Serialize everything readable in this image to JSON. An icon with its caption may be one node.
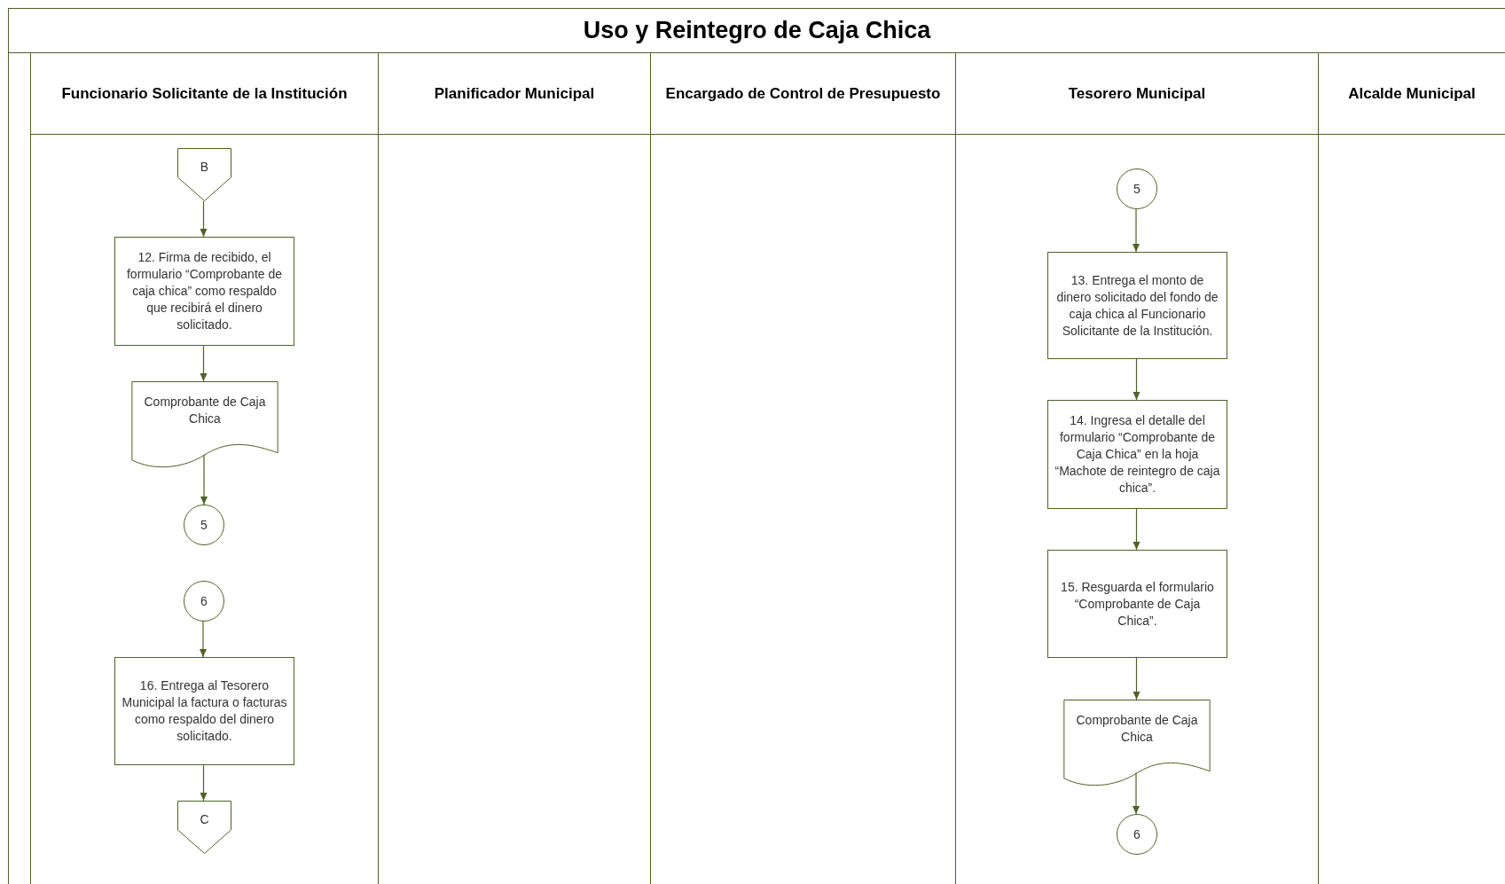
{
  "diagram": {
    "title": "Uso y Reintegro de Caja Chica",
    "nodes": [
      {
        "text": [
          "Funcionario Solicitante de la Institución"
        ]
      },
      {
        "text": [
          "Planificador Municipal"
        ]
      },
      {
        "text": [
          "Encargado de Control de Presupuesto"
        ]
      },
      {
        "text": [
          "Tesorero Municipal"
        ]
      },
      {
        "text": [
          "Alcalde Municipal"
        ]
      },
      {
        "text": [
          "B"
        ],
        "in": 0
      },
      {
        "text": [
          "12. Firma de recibido, el formulario “Comprobante de caja chica” como respaldo que recibirá el dinero solicitado."
        ],
        "in": 0
      },
      {
        "text": [
          "Comprobante de Caja Chica"
        ],
        "in": 0
      },
      {
        "text": [
          "5"
        ],
        "in": 0
      },
      {
        "text": [
          "6"
        ],
        "in": 0
      },
      {
        "text": [
          "16. Entrega al Tesorero Municipal la factura o facturas como respaldo del dinero solicitado."
        ],
        "in": 0
      },
      {
        "text": [
          "C"
        ],
        "in": 0
      },
      {
        "text": [
          "5"
        ],
        "in": 3
      },
      {
        "text": [
          "13. Entrega el monto de dinero solicitado del fondo de caja chica al Funcionario Solicitante de la Institución."
        ],
        "in": 3
      },
      {
        "text": [
          "14. Ingresa el detalle del formulario “Comprobante de Caja Chica” en la hoja “Machote de reintegro de caja chica”."
        ],
        "in": 3
      },
      {
        "text": [
          "15. Resguarda el formulario “Comprobante de Caja Chica”."
        ],
        "in": 3
      },
      {
        "text": [
          "Comprobante de Caja Chica"
        ],
        "in": 3
      },
      {
        "text": [
          "6"
        ],
        "in": 3
      }
    ],
    "edges": [
      {
        "from": 5,
        "to": 6,
        "arrow": "to"
      },
      {
        "from": 6,
        "to": 7,
        "arrow": "to"
      },
      {
        "from": 7,
        "to": 8,
        "arrow": "to"
      },
      {
        "from": 9,
        "to": 10,
        "arrow": "to"
      },
      {
        "from": 10,
        "to": 11,
        "arrow": "to"
      },
      {
        "from": 12,
        "to": 13,
        "arrow": "to"
      },
      {
        "from": 13,
        "to": 14,
        "arrow": "to"
      },
      {
        "from": 14,
        "to": 15,
        "arrow": "to"
      },
      {
        "from": 15,
        "to": 16,
        "arrow": "to"
      },
      {
        "from": 16,
        "to": 17,
        "arrow": "to"
      }
    ]
  }
}
